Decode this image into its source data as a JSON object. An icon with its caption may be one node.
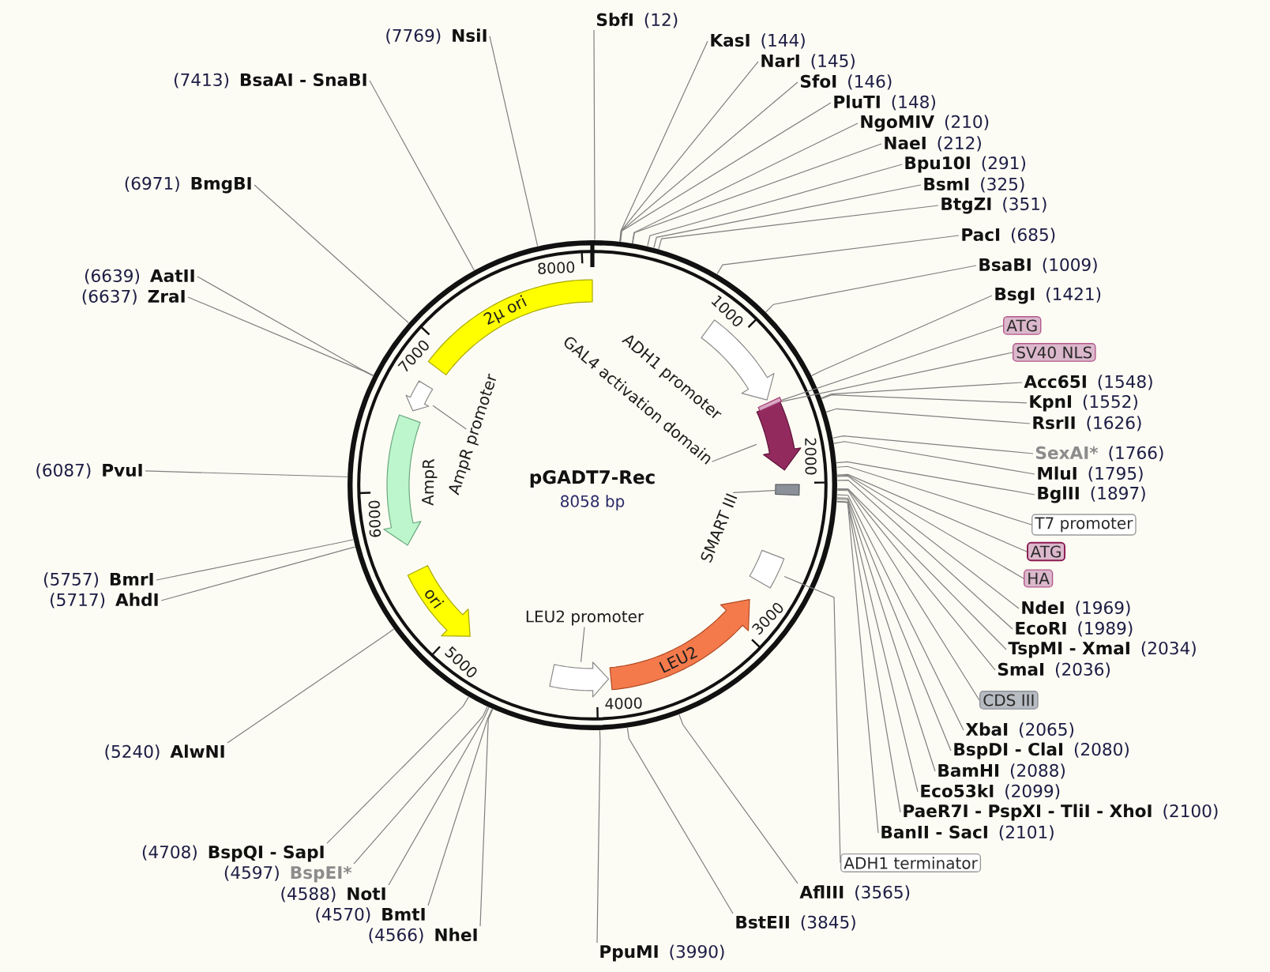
{
  "diagram": {
    "title": "pGADT7-Rec",
    "nodes": [
      {
        "text": [
          "(7769)",
          "NsiI"
        ]
      },
      {
        "text": [
          "(7413)",
          "BsaAI - SnaBI"
        ]
      },
      {
        "text": [
          "(6971)",
          "BmgBI"
        ]
      },
      {
        "text": [
          "(6639)",
          "AatII"
        ]
      },
      {
        "text": [
          "(6637)",
          "ZraI"
        ]
      },
      {
        "text": [
          "(6087)",
          "PvuI"
        ]
      },
      {
        "text": [
          "(5757)",
          "BmrI"
        ]
      },
      {
        "text": [
          "(5717)",
          "AhdI"
        ]
      },
      {
        "text": [
          "(5240)",
          "AlwNI"
        ]
      },
      {
        "text": [
          "(4708)",
          "BspQI - SapI"
        ]
      },
      {
        "text": [
          "(4597)",
          "BspEI*"
        ]
      },
      {
        "text": [
          "(4588)",
          "NotI"
        ]
      },
      {
        "text": [
          "(4570)",
          "BmtI"
        ]
      },
      {
        "text": [
          "(4566)",
          "NheI"
        ]
      },
      {
        "text": [
          "SbfI",
          "(12)"
        ]
      },
      {
        "text": [
          "KasI",
          "(144)"
        ]
      },
      {
        "text": [
          "NarI",
          "(145)"
        ]
      },
      {
        "text": [
          "SfoI",
          "(146)"
        ]
      },
      {
        "text": [
          "PluTI",
          "(148)"
        ]
      },
      {
        "text": [
          "NgoMIV",
          "(210)"
        ]
      },
      {
        "text": [
          "NaeI",
          "(212)"
        ]
      },
      {
        "text": [
          "Bpu10I",
          "(291)"
        ]
      },
      {
        "text": [
          "BsmI",
          "(325)"
        ]
      },
      {
        "text": [
          "BtgZI",
          "(351)"
        ]
      },
      {
        "text": [
          "PacI",
          "(685)"
        ]
      },
      {
        "text": [
          "BsaBI",
          "(1009)"
        ]
      },
      {
        "text": [
          "BsgI",
          "(1421)"
        ]
      },
      {
        "text": [
          "ATG"
        ]
      },
      {
        "text": [
          "SV40 NLS"
        ]
      },
      {
        "text": [
          "Acc65I",
          "(1548)"
        ]
      },
      {
        "text": [
          "KpnI",
          "(1552)"
        ]
      },
      {
        "text": [
          "RsrII",
          "(1626)"
        ]
      },
      {
        "text": [
          "SexAI*",
          "(1766)"
        ]
      },
      {
        "text": [
          "MluI",
          "(1795)"
        ]
      },
      {
        "text": [
          "BglII",
          "(1897)"
        ]
      },
      {
        "text": [
          "T7 promoter"
        ]
      },
      {
        "text": [
          "ATG"
        ]
      },
      {
        "text": [
          "HA"
        ]
      },
      {
        "text": [
          "NdeI",
          "(1969)"
        ]
      },
      {
        "text": [
          "EcoRI",
          "(1989)"
        ]
      },
      {
        "text": [
          "TspMI - XmaI",
          "(2034)"
        ]
      },
      {
        "text": [
          "SmaI",
          "(2036)"
        ]
      },
      {
        "text": [
          "CDS III"
        ]
      },
      {
        "text": [
          "XbaI",
          "(2065)"
        ]
      },
      {
        "text": [
          "BspDI - ClaI",
          "(2080)"
        ]
      },
      {
        "text": [
          "BamHI",
          "(2088)"
        ]
      },
      {
        "text": [
          "Eco53kI",
          "(2099)"
        ]
      },
      {
        "text": [
          "PaeR7I - PspXI - TliI - XhoI",
          "(2100)"
        ]
      },
      {
        "text": [
          "BanII - SacI",
          "(2101)"
        ]
      },
      {
        "text": [
          "ADH1 terminator"
        ]
      },
      {
        "text": [
          "AflIII",
          "(3565)"
        ]
      },
      {
        "text": [
          "BstEII",
          "(3845)"
        ]
      },
      {
        "text": [
          "PpuMI",
          "(3990)"
        ]
      },
      {
        "text": [
          "2μ ori"
        ]
      },
      {
        "text": [
          "ADH1 promoter"
        ]
      },
      {
        "text": [
          "GAL4 activation domain"
        ]
      },
      {
        "text": [],
        "shape": "arrow"
      },
      {
        "text": [],
        "shape": "bar"
      },
      {
        "text": [
          "SMART III"
        ]
      },
      {
        "text": [],
        "shape": "box"
      },
      {
        "text": [],
        "shape": "box"
      },
      {
        "text": [
          "LEU2"
        ]
      },
      {
        "text": [
          "LEU2 promoter"
        ]
      },
      {
        "text": [],
        "shape": "arrow"
      },
      {
        "text": [
          "ori"
        ]
      },
      {
        "text": [
          "AmpR"
        ]
      },
      {
        "text": [
          "AmpR promoter"
        ]
      },
      {
        "text": [],
        "shape": "arrow"
      }
    ],
    "edges": [
      {
        "from": 0,
        "to": null,
        "arrow": "none"
      },
      {
        "from": 1,
        "to": null,
        "arrow": "none"
      },
      {
        "from": 2,
        "to": null,
        "arrow": "none"
      },
      {
        "from": 3,
        "to": null,
        "arrow": "none"
      },
      {
        "from": 4,
        "to": null,
        "arrow": "none"
      },
      {
        "from": 5,
        "to": null,
        "arrow": "none"
      },
      {
        "from": 6,
        "to": null,
        "arrow": "none"
      },
      {
        "from": 7,
        "to": null,
        "arrow": "none"
      },
      {
        "from": 8,
        "to": null,
        "arrow": "none"
      },
      {
        "from": 9,
        "to": null,
        "arrow": "none"
      },
      {
        "from": 10,
        "to": null,
        "arrow": "none"
      },
      {
        "from": 11,
        "to": null,
        "arrow": "none"
      },
      {
        "from": 12,
        "to": null,
        "arrow": "none"
      },
      {
        "from": 13,
        "to": null,
        "arrow": "none"
      },
      {
        "from": 14,
        "to": null,
        "arrow": "none"
      },
      {
        "from": 15,
        "to": null,
        "arrow": "none"
      },
      {
        "from": 16,
        "to": null,
        "arrow": "none"
      },
      {
        "from": 17,
        "to": null,
        "arrow": "none"
      },
      {
        "from": 18,
        "to": null,
        "arrow": "none"
      },
      {
        "from": 19,
        "to": null,
        "arrow": "none"
      },
      {
        "from": 20,
        "to": null,
        "arrow": "none"
      },
      {
        "from": 21,
        "to": null,
        "arrow": "none"
      },
      {
        "from": 22,
        "to": null,
        "arrow": "none"
      },
      {
        "from": 23,
        "to": null,
        "arrow": "none"
      },
      {
        "from": 24,
        "to": null,
        "arrow": "none"
      },
      {
        "from": 25,
        "to": null,
        "arrow": "none"
      },
      {
        "from": 26,
        "to": null,
        "arrow": "none"
      },
      {
        "from": 27,
        "to": 57,
        "arrow": "none"
      },
      {
        "from": 28,
        "to": 57,
        "arrow": "none"
      },
      {
        "from": 29,
        "to": null,
        "arrow": "none"
      },
      {
        "from": 30,
        "to": null,
        "arrow": "none"
      },
      {
        "from": 31,
        "to": null,
        "arrow": "none"
      },
      {
        "from": 32,
        "to": null,
        "arrow": "none"
      },
      {
        "from": 33,
        "to": null,
        "arrow": "none"
      },
      {
        "from": 34,
        "to": null,
        "arrow": "none"
      },
      {
        "from": 35,
        "to": null,
        "arrow": "none"
      },
      {
        "from": 36,
        "to": null,
        "arrow": "none"
      },
      {
        "from": 37,
        "to": null,
        "arrow": "none"
      },
      {
        "from": 38,
        "to": null,
        "arrow": "none"
      },
      {
        "from": 39,
        "to": null,
        "arrow": "none"
      },
      {
        "from": 40,
        "to": null,
        "arrow": "none"
      },
      {
        "from": 41,
        "to": null,
        "arrow": "none"
      },
      {
        "from": 42,
        "to": null,
        "arrow": "none"
      },
      {
        "from": 43,
        "to": null,
        "arrow": "none"
      },
      {
        "from": 44,
        "to": null,
        "arrow": "none"
      },
      {
        "from": 45,
        "to": null,
        "arrow": "none"
      },
      {
        "from": 46,
        "to": null,
        "arrow": "none"
      },
      {
        "from": 47,
        "to": null,
        "arrow": "none"
      },
      {
        "from": 48,
        "to": null,
        "arrow": "none"
      },
      {
        "from": 49,
        "to": 60,
        "arrow": "none"
      },
      {
        "from": 50,
        "to": null,
        "arrow": "none"
      },
      {
        "from": 51,
        "to": null,
        "arrow": "none"
      },
      {
        "from": 52,
        "to": null,
        "arrow": "none"
      },
      {
        "from": 55,
        "to": 56,
        "arrow": "none"
      },
      {
        "from": 58,
        "to": 59,
        "arrow": "none"
      },
      {
        "from": 62,
        "to": 63,
        "arrow": "none"
      },
      {
        "from": 66,
        "to": 67,
        "arrow": "none"
      }
    ],
    "labels": [
      "8058 bp",
      "8000",
      "1000",
      "2000",
      "3000",
      "4000",
      "5000",
      "6000",
      "7000"
    ]
  }
}
